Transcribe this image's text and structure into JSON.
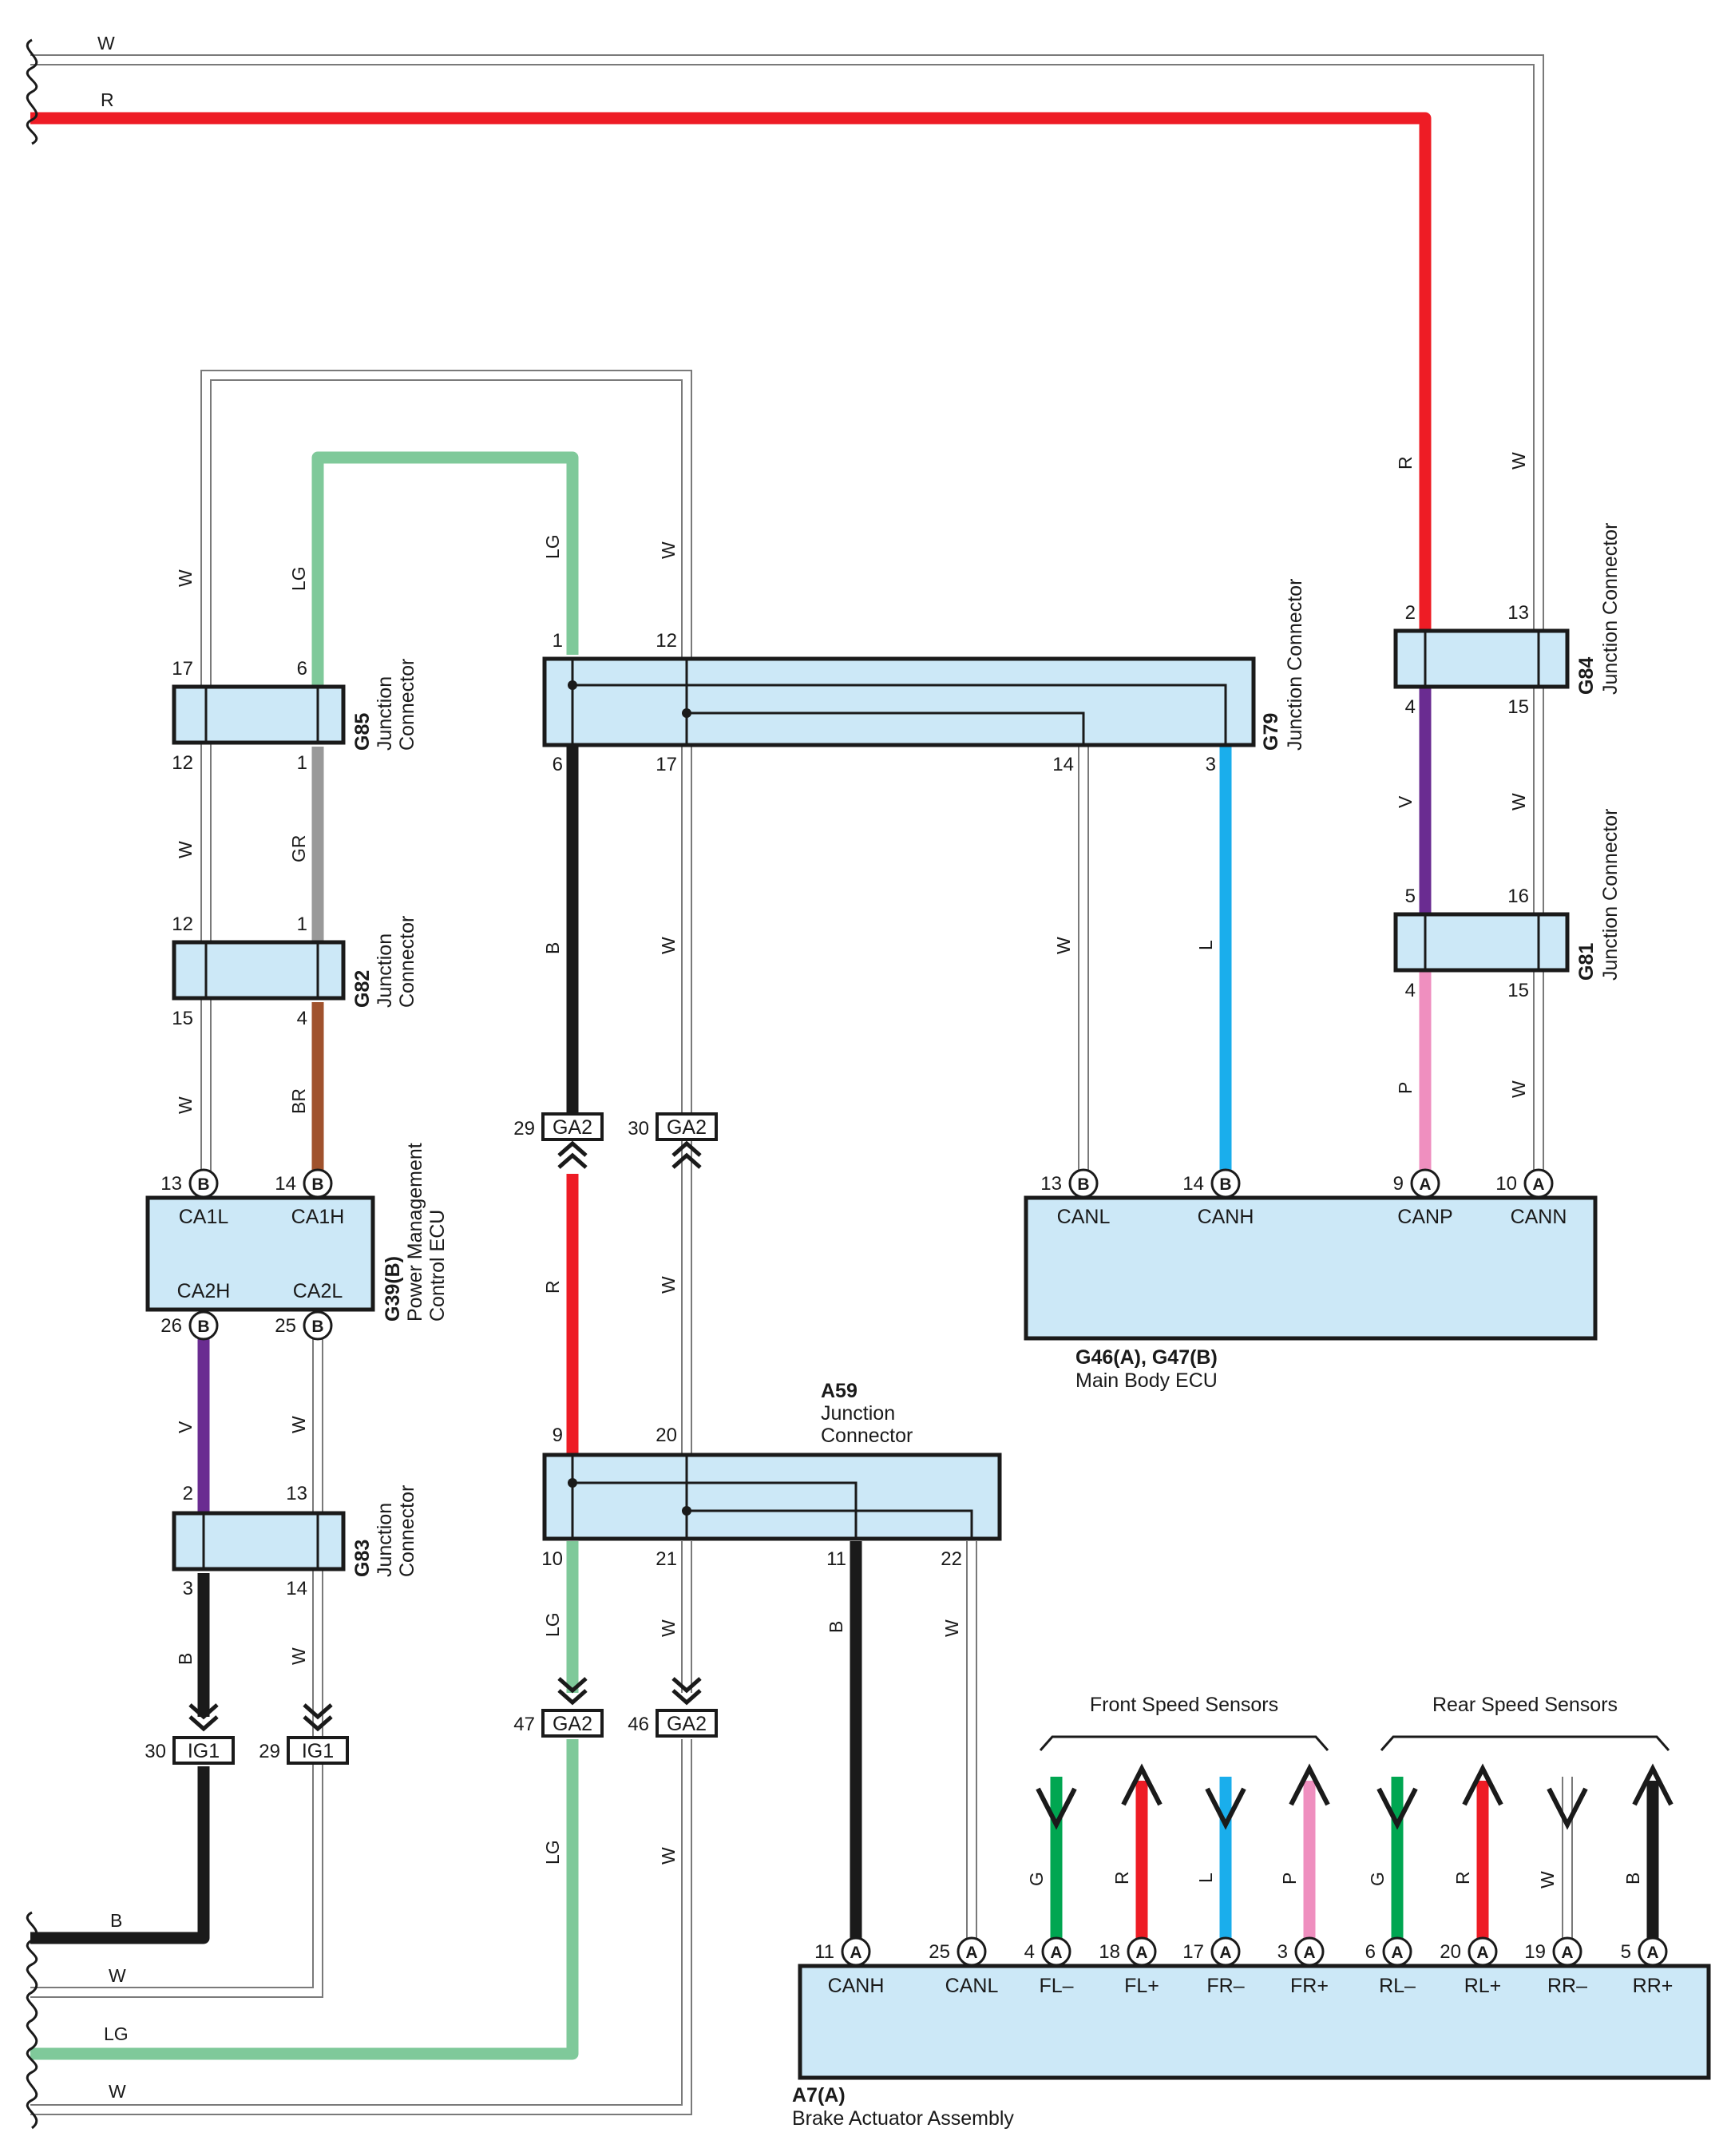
{
  "wire_colors": {
    "W": "#ffffff",
    "R": "#ee1c25",
    "LG": "#7fc99a",
    "B": "#1a1a1a",
    "GR": "#999999",
    "BR": "#a0522d",
    "V": "#6a2c91",
    "L": "#1aaeec",
    "P": "#ef8fbf",
    "G": "#00a651"
  },
  "wire_labels": {
    "w": "W",
    "r": "R",
    "lg": "LG",
    "b": "B",
    "gr": "GR",
    "br": "BR",
    "v": "V",
    "l": "L",
    "p": "P",
    "g": "G"
  },
  "connectors": {
    "g85": {
      "id": "G85",
      "desc1": "Junction",
      "desc2": "Connector"
    },
    "g82": {
      "id": "G82",
      "desc1": "Junction",
      "desc2": "Connector"
    },
    "g83": {
      "id": "G83",
      "desc1": "Junction",
      "desc2": "Connector"
    },
    "g79": {
      "id": "G79",
      "desc": "Junction Connector"
    },
    "g84": {
      "id": "G84",
      "desc": "Junction Connector"
    },
    "g81": {
      "id": "G81",
      "desc": "Junction Connector"
    },
    "g39": {
      "id": "G39(B)",
      "desc1": "Power Management",
      "desc2": "Control ECU",
      "pins": [
        "CA1L",
        "CA1H",
        "CA2H",
        "CA2L"
      ]
    },
    "g46": {
      "id": "G46(A), G47(B)",
      "desc": "Main Body ECU",
      "pins": [
        "CANL",
        "CANH",
        "CANP",
        "CANN"
      ]
    },
    "a59": {
      "id": "A59",
      "desc1": "Junction",
      "desc2": "Connector"
    },
    "a7": {
      "id": "A7(A)",
      "desc": "Brake Actuator Assembly",
      "pins": [
        "CANH",
        "CANL",
        "FL–",
        "FL+",
        "FR–",
        "FR+",
        "RL–",
        "RL+",
        "RR–",
        "RR+"
      ]
    }
  },
  "pin_numbers": {
    "g85": [
      "17",
      "6",
      "12",
      "1"
    ],
    "g82": [
      "12",
      "1",
      "15",
      "4"
    ],
    "g39": [
      "13",
      "14",
      "26",
      "25"
    ],
    "g83": [
      "2",
      "13",
      "3",
      "14"
    ],
    "g79": [
      "1",
      "12",
      "6",
      "17",
      "14",
      "3"
    ],
    "g84": [
      "2",
      "13",
      "4",
      "15"
    ],
    "g81": [
      "5",
      "16",
      "4",
      "15"
    ],
    "g46": [
      "13",
      "14",
      "9",
      "10"
    ],
    "a59": [
      "9",
      "20",
      "10",
      "21",
      "11",
      "22"
    ],
    "a7": [
      "11",
      "25",
      "4",
      "18",
      "17",
      "3",
      "6",
      "20",
      "19",
      "5"
    ],
    "ga2": [
      "29",
      "30",
      "47",
      "46"
    ],
    "ig1": [
      "30",
      "29"
    ]
  },
  "terminal_letters": {
    "a": "A",
    "b": "B"
  },
  "plugs": {
    "ga2": "GA2",
    "ig1": "IG1"
  },
  "groups": {
    "front": "Front Speed Sensors",
    "rear": "Rear Speed Sensors"
  }
}
